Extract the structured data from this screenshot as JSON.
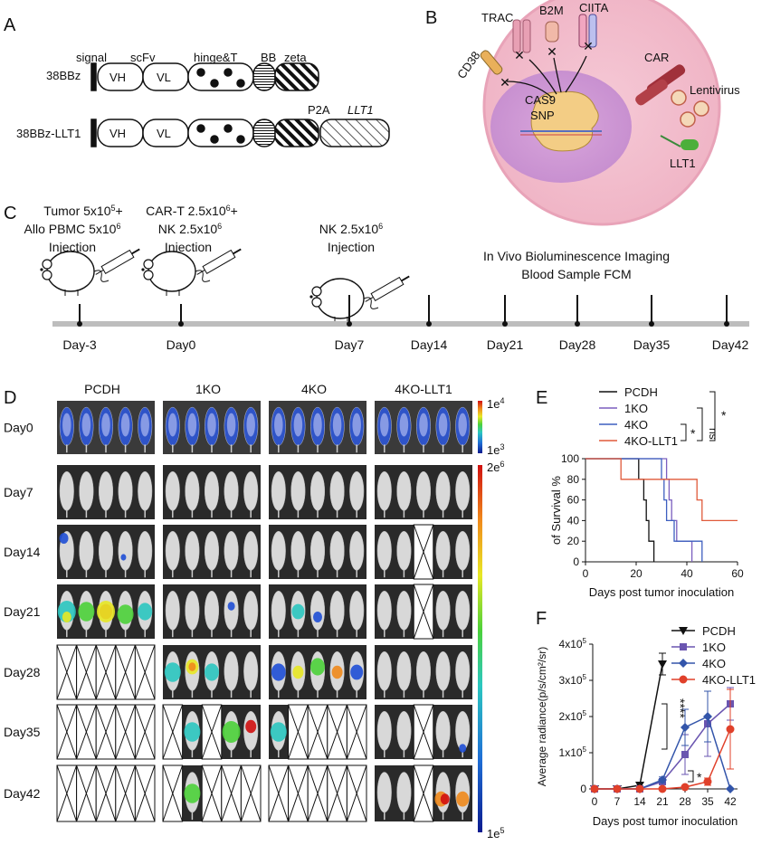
{
  "panels": {
    "A": {
      "letter": "A",
      "labels": [
        "signal",
        "scFv",
        "hinge&T",
        "BB",
        "zeta",
        "P2A",
        "LLT1"
      ],
      "constructs": [
        {
          "name": "38BBz",
          "domains": [
            "VH",
            "VL"
          ]
        },
        {
          "name": "38BBz-LLT1",
          "domains": [
            "VH",
            "VL"
          ]
        }
      ]
    },
    "B": {
      "letter": "B",
      "labels": {
        "trac": "TRAC",
        "b2m": "B2M",
        "ciita": "CIITA",
        "cd38": "CD38",
        "cas9": "CAS9",
        "snp": "SNP",
        "car": "CAR",
        "lenti": "Lentivirus",
        "llt1": "LLT1"
      }
    },
    "C": {
      "letter": "C",
      "events": [
        {
          "l1": "Tumor 5x10",
          "s1": "5",
          "e1": "+",
          "l2": "Allo PBMC 5x10",
          "s2": "6",
          "l3": "Injection"
        },
        {
          "l1": "CAR-T 2.5x10",
          "s1": "6",
          "e1": "+",
          "l2": "NK 2.5x10",
          "s2": "6",
          "l3": "Injection"
        },
        {
          "l1": "NK 2.5x10",
          "s1": "6",
          "e1": "",
          "l3": "Injection"
        }
      ],
      "imaging": [
        "In Vivo Bioluminescence Imaging",
        "Blood Sample FCM"
      ],
      "timepoints": [
        "Day-3",
        "Day0",
        "Day7",
        "Day14",
        "Day21",
        "Day28",
        "Day35",
        "Day42"
      ]
    },
    "D": {
      "letter": "D",
      "groups": [
        "PCDH",
        "1KO",
        "4KO",
        "4KO-LLT1"
      ],
      "days": [
        "Day0",
        "Day7",
        "Day14",
        "Day21",
        "Day28",
        "Day35",
        "Day42"
      ],
      "scale_top": {
        "max": "1e",
        "max_exp": "4",
        "min": "1e",
        "min_exp": "3"
      },
      "scale_bottom": {
        "max": "2e",
        "max_exp": "6",
        "min": "1e",
        "min_exp": "5"
      }
    }
  },
  "chart_data": [
    {
      "panel": "E",
      "type": "line",
      "xlabel": "Days post tumor inoculation",
      "ylabel": "of Survival %",
      "xlim": [
        0,
        60
      ],
      "ylim": [
        0,
        100
      ],
      "xticks": [
        0,
        20,
        40,
        60
      ],
      "yticks": [
        0,
        20,
        40,
        60,
        80,
        100
      ],
      "series": [
        {
          "name": "PCDH",
          "color": "#111111",
          "steps": [
            [
              0,
              100
            ],
            [
              21,
              100
            ],
            [
              21,
              80
            ],
            [
              23,
              80
            ],
            [
              23,
              60
            ],
            [
              24,
              60
            ],
            [
              24,
              40
            ],
            [
              25,
              40
            ],
            [
              25,
              20
            ],
            [
              27,
              20
            ],
            [
              27,
              0
            ]
          ]
        },
        {
          "name": "1KO",
          "color": "#7b5fbf",
          "steps": [
            [
              0,
              100
            ],
            [
              32,
              100
            ],
            [
              32,
              80
            ],
            [
              33,
              80
            ],
            [
              33,
              60
            ],
            [
              34,
              60
            ],
            [
              34,
              40
            ],
            [
              36,
              40
            ],
            [
              36,
              20
            ],
            [
              42,
              20
            ],
            [
              42,
              0
            ]
          ]
        },
        {
          "name": "4KO",
          "color": "#3d5fbf",
          "steps": [
            [
              0,
              100
            ],
            [
              30,
              100
            ],
            [
              30,
              80
            ],
            [
              31,
              80
            ],
            [
              31,
              60
            ],
            [
              32,
              60
            ],
            [
              32,
              40
            ],
            [
              35,
              40
            ],
            [
              35,
              20
            ],
            [
              46,
              20
            ],
            [
              46,
              0
            ]
          ]
        },
        {
          "name": "4KO-LLT1",
          "color": "#e05a3a",
          "steps": [
            [
              0,
              100
            ],
            [
              14,
              100
            ],
            [
              14,
              80
            ],
            [
              44,
              80
            ],
            [
              44,
              60
            ],
            [
              46,
              60
            ],
            [
              46,
              40
            ],
            [
              60,
              40
            ]
          ]
        }
      ],
      "significance": [
        "ns",
        "*",
        "*"
      ]
    },
    {
      "panel": "F",
      "type": "line",
      "xlabel": "Days post tumor inoculation",
      "ylabel": "Average radiance(p/s/cm²/sr)",
      "categories": [
        0,
        7,
        14,
        21,
        28,
        35,
        42
      ],
      "ytick_labels": [
        {
          "m": "0",
          "e": ""
        },
        {
          "m": "1x10",
          "e": "5"
        },
        {
          "m": "2x10",
          "e": "5"
        },
        {
          "m": "3x10",
          "e": "5"
        },
        {
          "m": "4x10",
          "e": "5"
        }
      ],
      "ylim": [
        0,
        400000
      ],
      "series": [
        {
          "name": "PCDH",
          "color": "#111111",
          "marker": "triangle-down",
          "x": [
            0,
            7,
            14,
            21
          ],
          "y": [
            0,
            0,
            10000,
            345000
          ],
          "err": [
            0,
            0,
            0,
            30000
          ]
        },
        {
          "name": "1KO",
          "color": "#6a55b0",
          "marker": "square",
          "x": [
            0,
            7,
            14,
            21,
            28,
            35,
            42
          ],
          "y": [
            0,
            0,
            0,
            20000,
            95000,
            180000,
            235000
          ],
          "err": [
            0,
            0,
            0,
            5000,
            55000,
            90000,
            45000
          ]
        },
        {
          "name": "4KO",
          "color": "#3355aa",
          "marker": "diamond",
          "x": [
            0,
            7,
            14,
            21,
            28,
            35,
            42
          ],
          "y": [
            0,
            0,
            0,
            25000,
            170000,
            200000,
            0
          ],
          "err": [
            0,
            0,
            0,
            8000,
            50000,
            70000,
            0
          ]
        },
        {
          "name": "4KO-LLT1",
          "color": "#e0402a",
          "marker": "circle",
          "x": [
            0,
            7,
            14,
            21,
            28,
            35,
            42
          ],
          "y": [
            0,
            0,
            0,
            0,
            5000,
            20000,
            165000
          ],
          "err": [
            0,
            0,
            0,
            0,
            3000,
            10000,
            110000
          ]
        }
      ],
      "significance": [
        "****",
        "*"
      ]
    }
  ]
}
